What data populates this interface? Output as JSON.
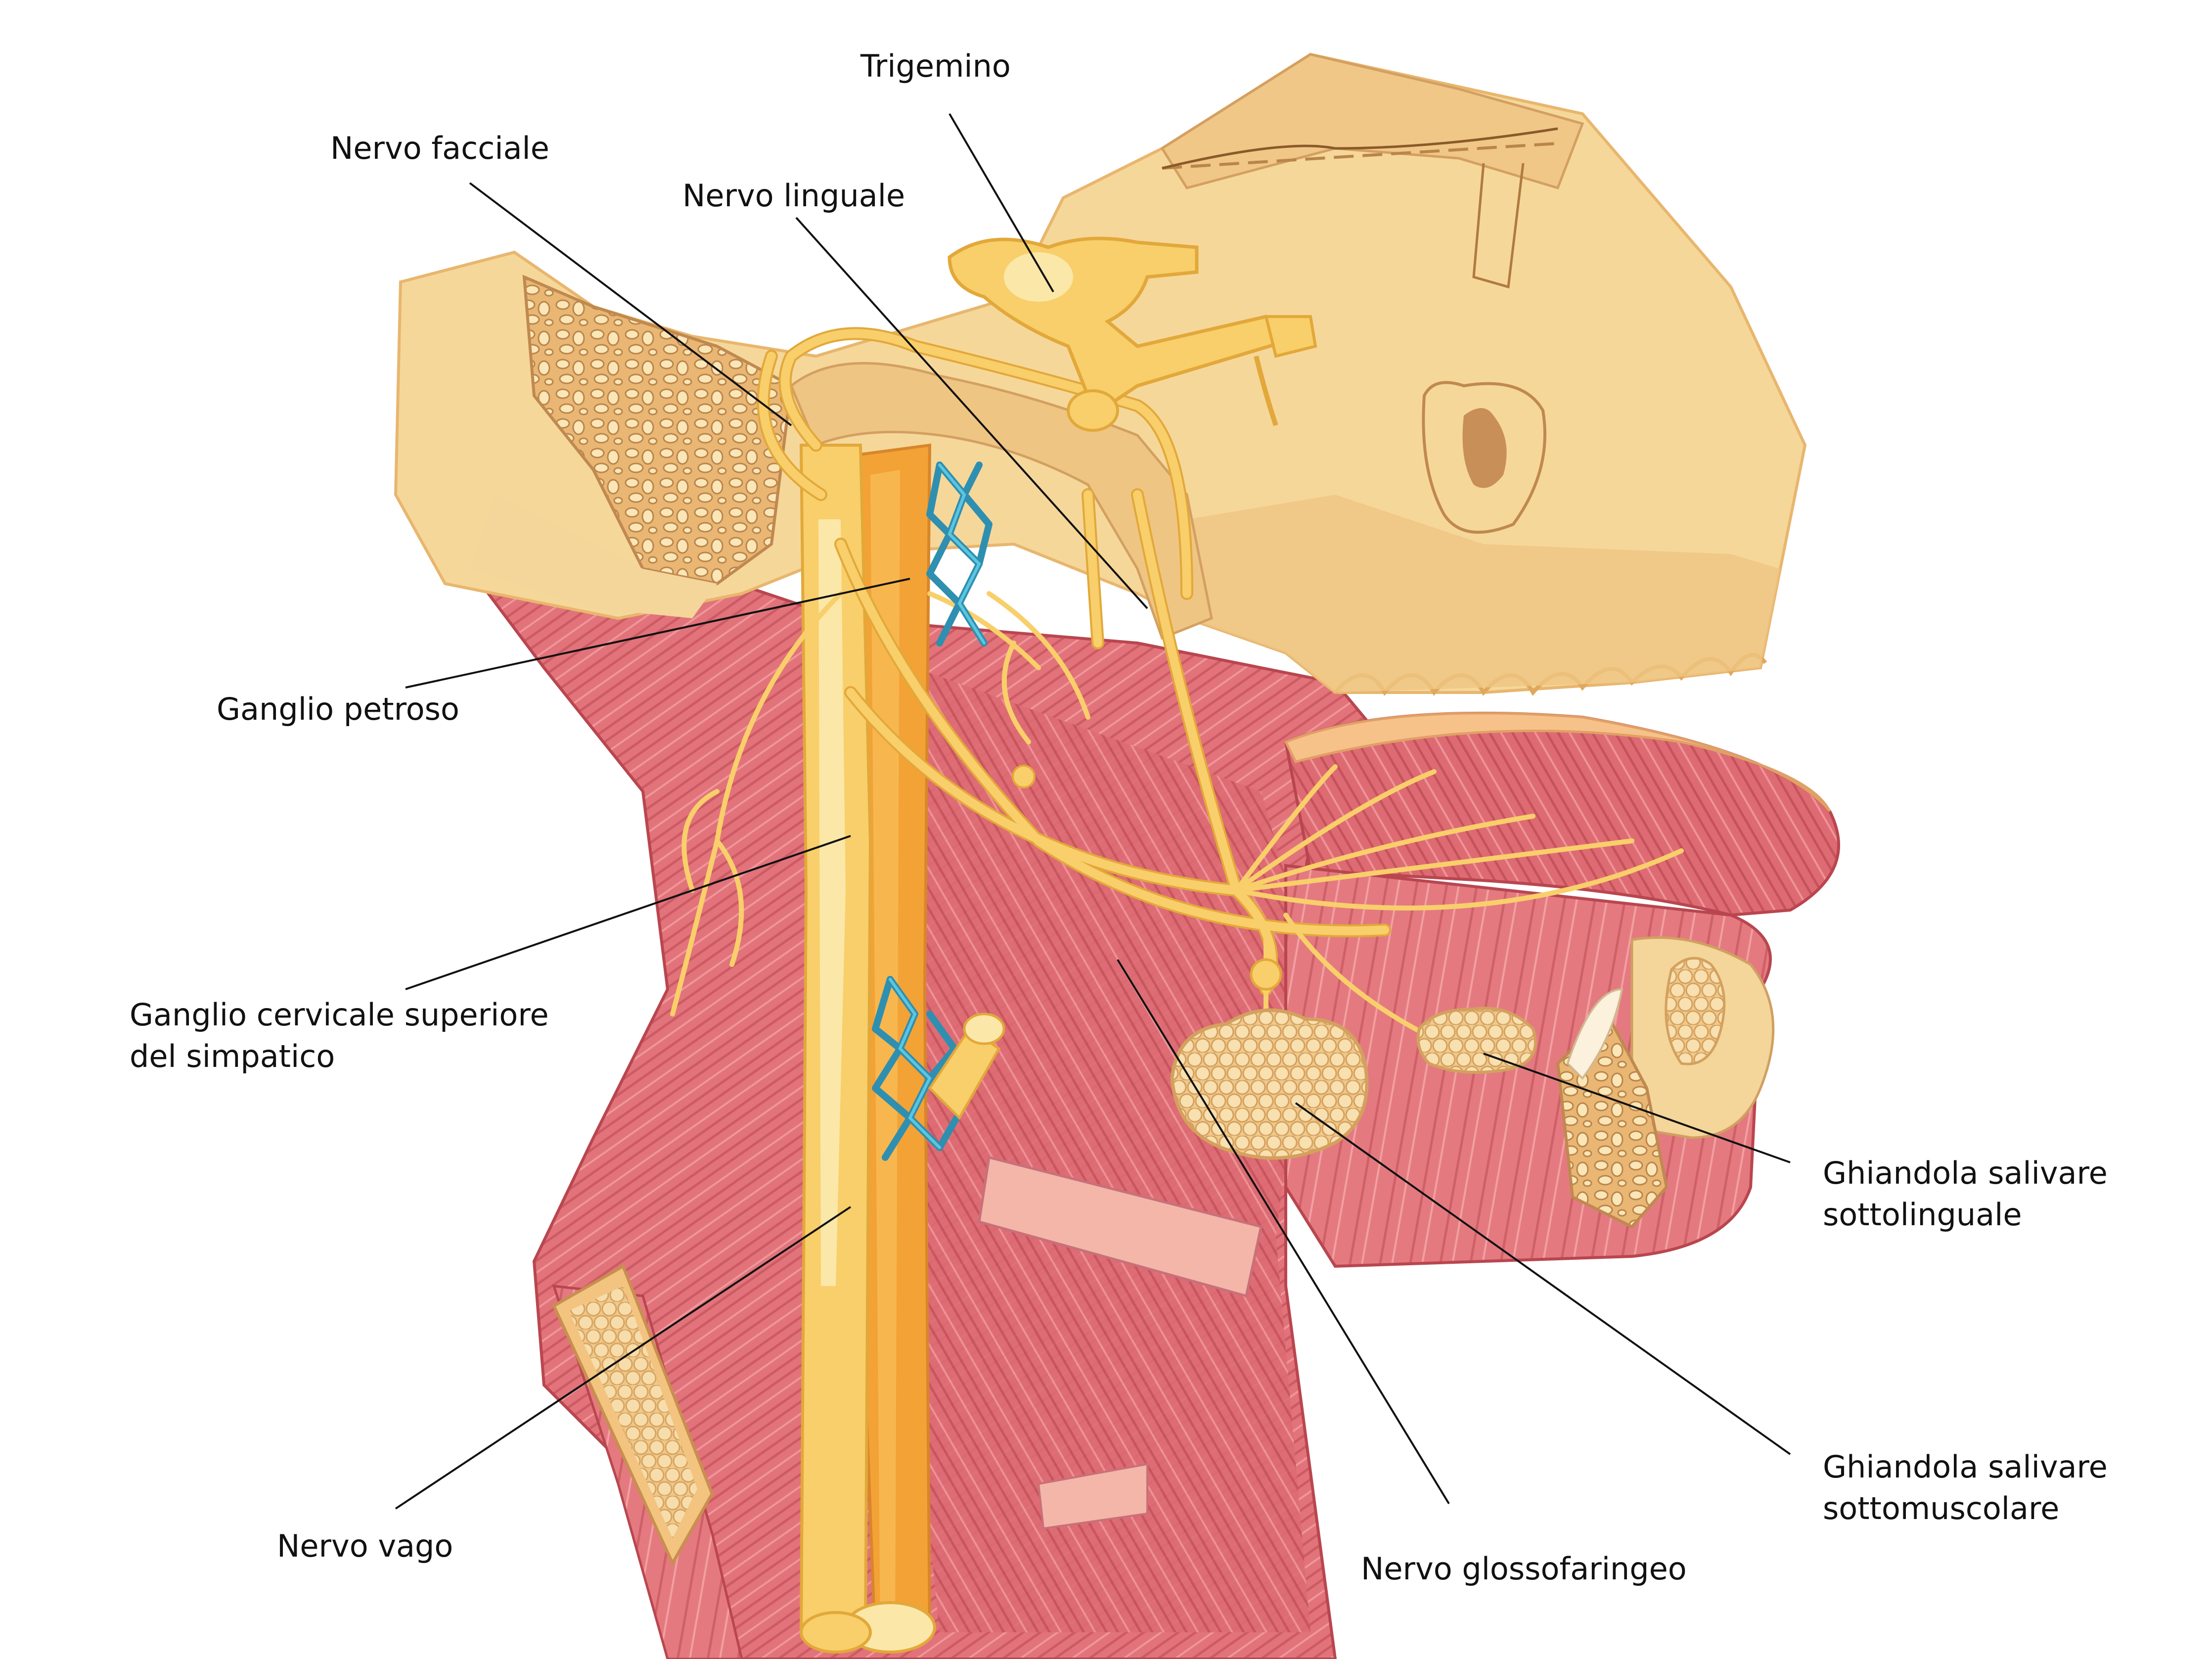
{
  "labels": {
    "trigemino": "Trigemino",
    "nervo_facciale": "Nervo facciale",
    "nervo_linguale": "Nervo linguale",
    "ganglio_petroso": "Ganglio petroso",
    "ganglio_cervicale_line1": "Ganglio cervicale superiore",
    "ganglio_cervicale_line2": "del simpatico",
    "nervo_vago": "Nervo vago",
    "nervo_glossofaringeo": "Nervo glossofaringeo",
    "ghiandola_sottolinguale_line1": "Ghiandola salivare",
    "ghiandola_sottolinguale_line2": "sottolinguale",
    "ghiandola_sottomuscolare_line1": "Ghiandola salivare",
    "ghiandola_sottomuscolare_line2": "sottomuscolare"
  },
  "colors": {
    "bone": "#f6d79a",
    "bone_shade": "#eec078",
    "bone_dark": "#c8935a",
    "muscle": "#e2737a",
    "muscle_light": "#f09a9c",
    "muscle_stripe": "#b9464f",
    "nerve": "#f8cf6a",
    "nerve_outline": "#e2a83a",
    "vagus_core": "#fbe7a8",
    "vessel": "#3aa8c8",
    "gland": "#f4d59a",
    "gland_outline": "#d8a868",
    "tongue_top": "#f7c28a"
  }
}
